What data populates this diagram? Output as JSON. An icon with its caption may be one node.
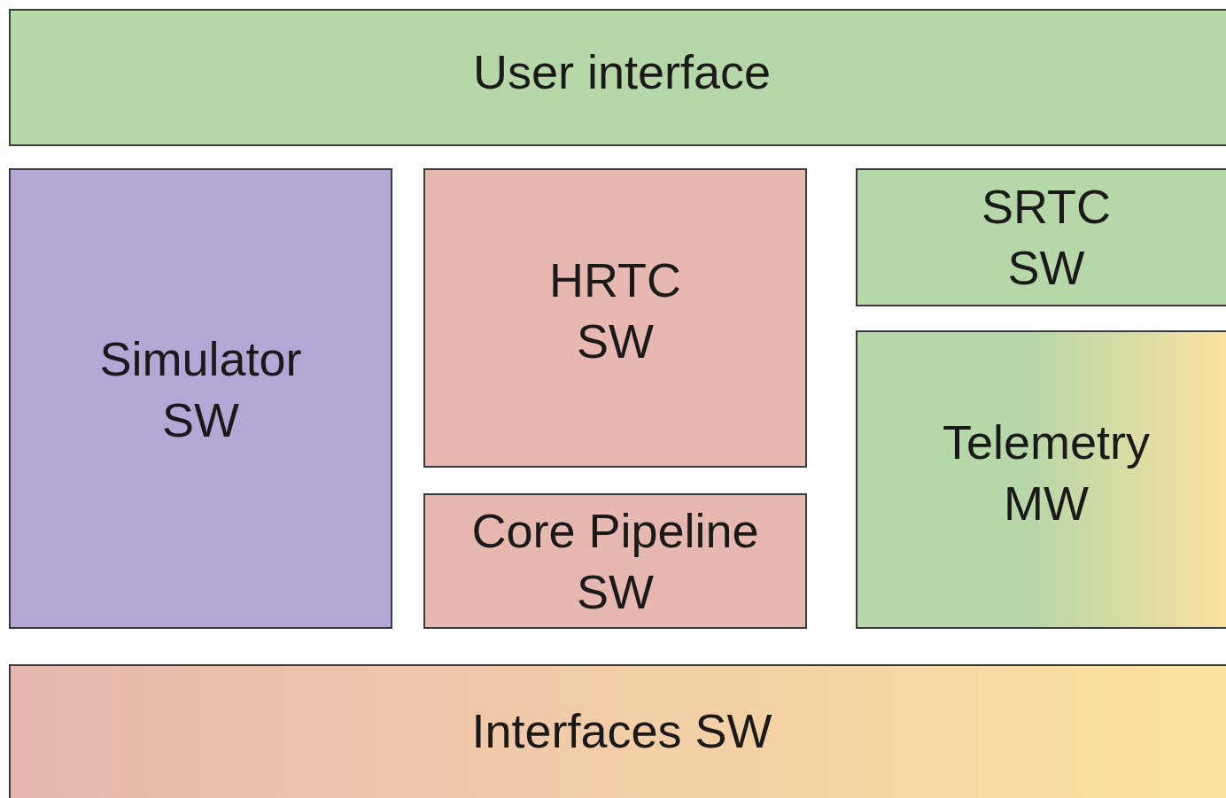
{
  "diagram": {
    "nodes": [
      {
        "text": [
          "User interface"
        ]
      },
      {
        "text": [
          "Simulator SW"
        ]
      },
      {
        "text": [
          "HRTC SW"
        ]
      },
      {
        "text": [
          "SRTC SW"
        ]
      },
      {
        "text": [
          "Core Pipeline SW"
        ]
      },
      {
        "text": [
          "Telemetry MW"
        ]
      },
      {
        "text": [
          "Interfaces SW"
        ]
      }
    ]
  }
}
